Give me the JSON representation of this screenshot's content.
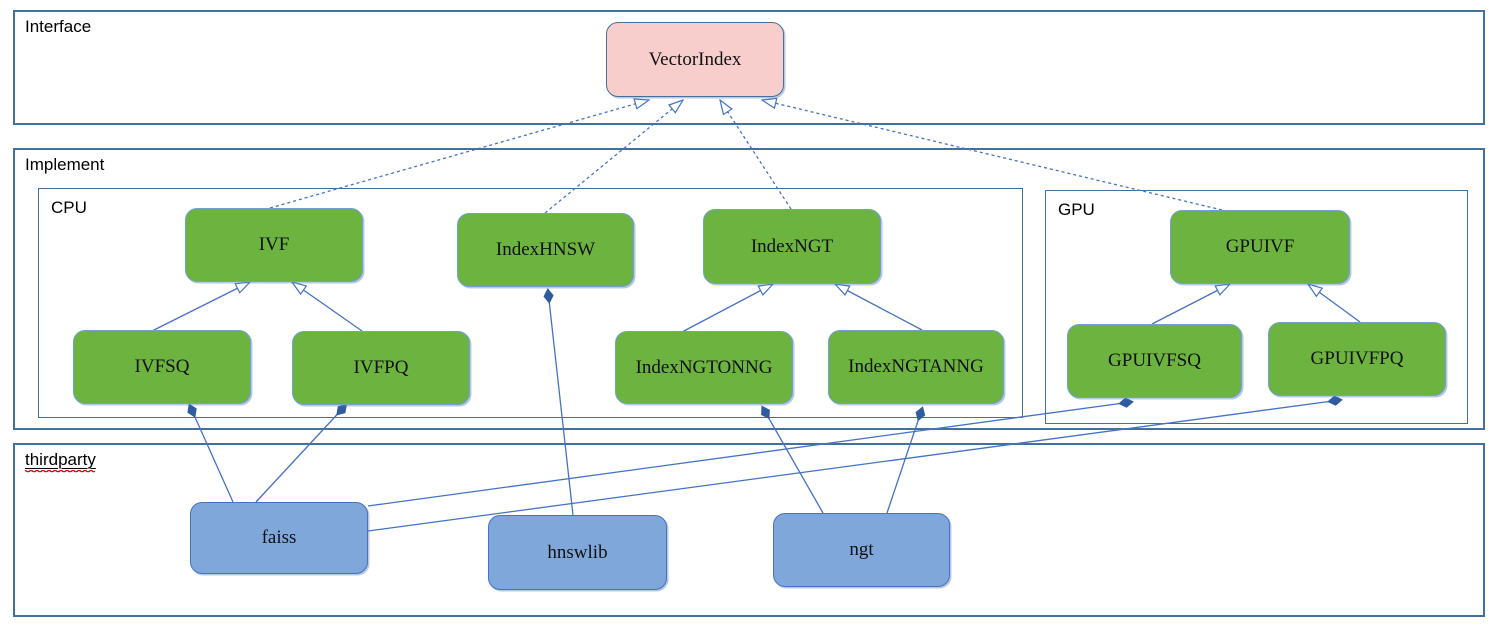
{
  "diagram": {
    "containers": {
      "interface": {
        "label": "Interface"
      },
      "implement": {
        "label": "Implement"
      },
      "cpu": {
        "label": "CPU"
      },
      "gpu": {
        "label": "GPU"
      },
      "thirdparty": {
        "label": "thirdparty",
        "spellcheck_underline": "red-wavy"
      }
    },
    "nodes": {
      "vectorindex": {
        "label": "VectorIndex",
        "kind": "interface-class"
      },
      "ivf": {
        "label": "IVF",
        "kind": "cpu-class"
      },
      "indexhnsw": {
        "label": "IndexHNSW",
        "kind": "cpu-class"
      },
      "indexngt": {
        "label": "IndexNGT",
        "kind": "cpu-class"
      },
      "ivfsq": {
        "label": "IVFSQ",
        "kind": "cpu-class"
      },
      "ivfpq": {
        "label": "IVFPQ",
        "kind": "cpu-class"
      },
      "indexngtonng": {
        "label": "IndexNGTONNG",
        "kind": "cpu-class"
      },
      "indexngtanng": {
        "label": "IndexNGTANNG",
        "kind": "cpu-class"
      },
      "gpuivf": {
        "label": "GPUIVF",
        "kind": "gpu-class"
      },
      "gpuivfsq": {
        "label": "GPUIVFSQ",
        "kind": "gpu-class"
      },
      "gpuivfpq": {
        "label": "GPUIVFPQ",
        "kind": "gpu-class"
      },
      "faiss": {
        "label": "faiss",
        "kind": "thirdparty-lib"
      },
      "hnswlib": {
        "label": "hnswlib",
        "kind": "thirdparty-lib"
      },
      "ngt": {
        "label": "ngt",
        "kind": "thirdparty-lib"
      }
    },
    "colors": {
      "container_border": "#41719C",
      "line": "#4472C4",
      "node_green": "#6CB33F",
      "node_pink": "#F8CECD",
      "node_blue": "#7FA7D9",
      "diamond_fill": "#2E5C9E",
      "squiggle_red": "#CC1111"
    },
    "edges": [
      {
        "from": "ivf",
        "to": "vectorindex",
        "relation": "realization",
        "points": [
          [
            270,
            208
          ],
          [
            649,
            100
          ]
        ]
      },
      {
        "from": "indexhnsw",
        "to": "vectorindex",
        "relation": "realization",
        "points": [
          [
            545,
            213
          ],
          [
            683,
            100
          ]
        ]
      },
      {
        "from": "indexngt",
        "to": "vectorindex",
        "relation": "realization",
        "points": [
          [
            791,
            209
          ],
          [
            720,
            100
          ]
        ]
      },
      {
        "from": "gpuivf",
        "to": "vectorindex",
        "relation": "realization",
        "points": [
          [
            1222,
            210
          ],
          [
            762,
            100
          ]
        ]
      },
      {
        "from": "ivfsq",
        "to": "ivf",
        "relation": "generalization",
        "points": [
          [
            152,
            331
          ],
          [
            250,
            282
          ]
        ]
      },
      {
        "from": "ivfpq",
        "to": "ivf",
        "relation": "generalization",
        "points": [
          [
            362,
            331
          ],
          [
            292,
            282
          ]
        ]
      },
      {
        "from": "indexngtonng",
        "to": "indexngt",
        "relation": "generalization",
        "points": [
          [
            682,
            332
          ],
          [
            773,
            284
          ]
        ]
      },
      {
        "from": "indexngtanng",
        "to": "indexngt",
        "relation": "generalization",
        "points": [
          [
            922,
            330
          ],
          [
            835,
            284
          ]
        ]
      },
      {
        "from": "gpuivfsq",
        "to": "gpuivf",
        "relation": "generalization",
        "points": [
          [
            1152,
            324
          ],
          [
            1230,
            284
          ]
        ]
      },
      {
        "from": "gpuivfpq",
        "to": "gpuivf",
        "relation": "generalization",
        "points": [
          [
            1360,
            322
          ],
          [
            1308,
            284
          ]
        ]
      },
      {
        "from": "faiss",
        "to": "ivfsq",
        "relation": "composition",
        "points": [
          [
            233,
            502
          ],
          [
            190,
            406
          ]
        ]
      },
      {
        "from": "faiss",
        "to": "ivfpq",
        "relation": "composition",
        "points": [
          [
            256,
            502
          ],
          [
            345,
            406
          ]
        ]
      },
      {
        "from": "faiss",
        "to": "gpuivfsq",
        "relation": "composition",
        "points": [
          [
            368,
            506
          ],
          [
            1131,
            402
          ]
        ]
      },
      {
        "from": "faiss",
        "to": "gpuivfpq",
        "relation": "composition",
        "points": [
          [
            368,
            531
          ],
          [
            1340,
            400
          ]
        ]
      },
      {
        "from": "hnswlib",
        "to": "indexhnsw",
        "relation": "composition",
        "points": [
          [
            573,
            515
          ],
          [
            548,
            291
          ]
        ]
      },
      {
        "from": "ngt",
        "to": "indexngtonng",
        "relation": "composition",
        "points": [
          [
            823,
            513
          ],
          [
            763,
            408
          ]
        ]
      },
      {
        "from": "ngt",
        "to": "indexngtanng",
        "relation": "composition",
        "points": [
          [
            887,
            513
          ],
          [
            922,
            409
          ]
        ]
      }
    ]
  }
}
